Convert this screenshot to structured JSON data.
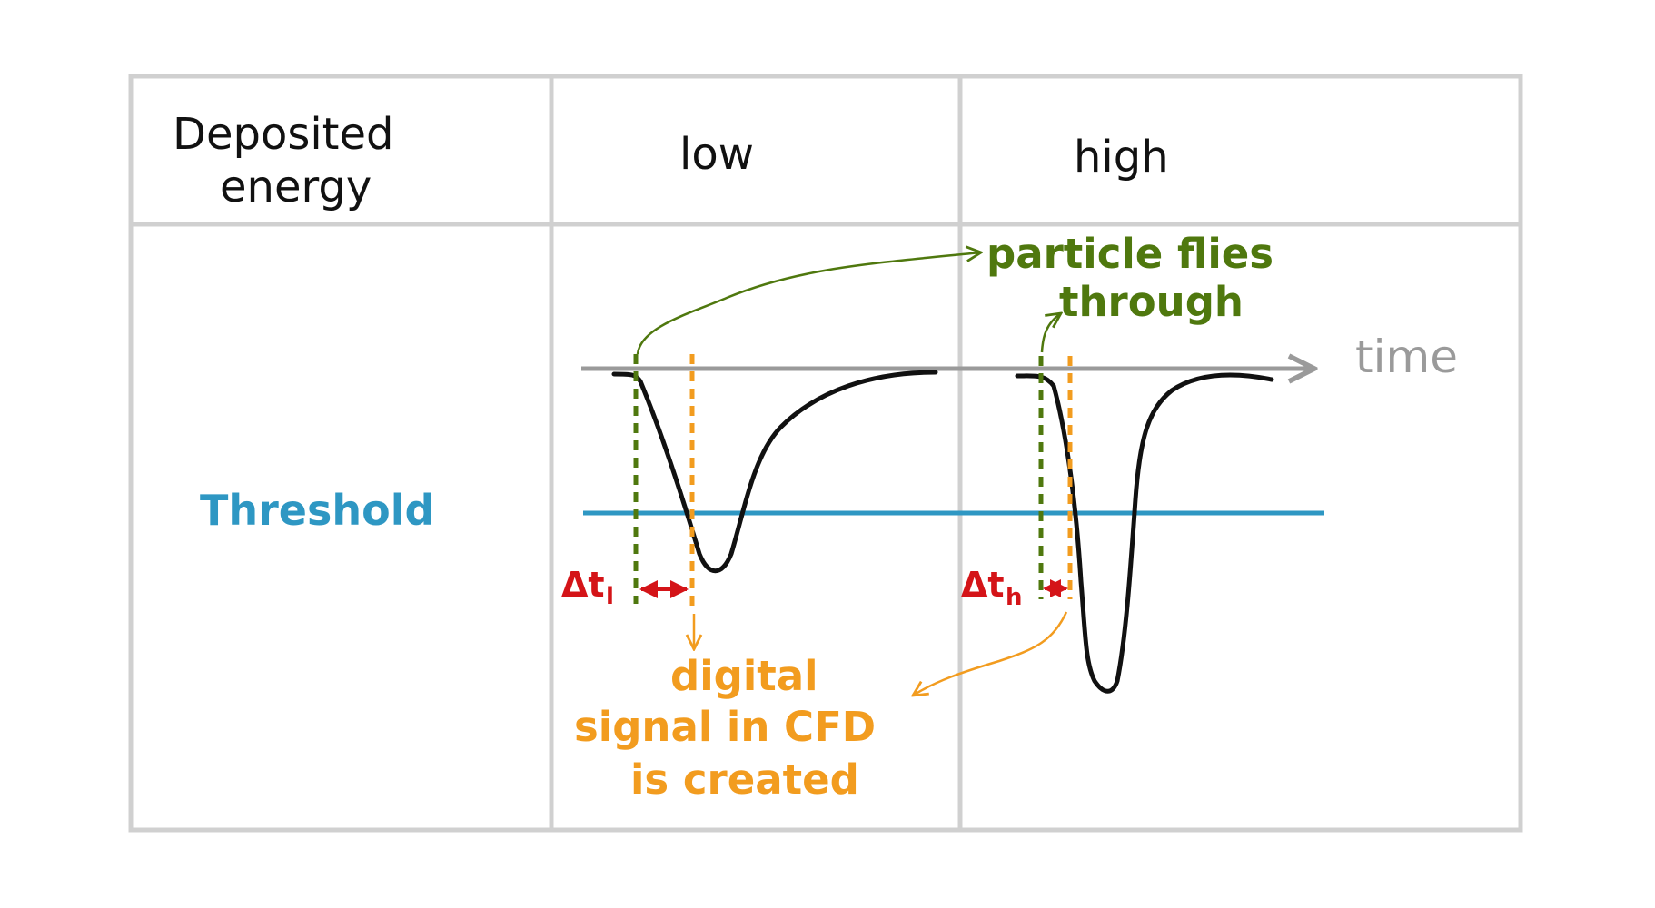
{
  "table": {
    "header_col1": [
      "Deposited",
      "energy"
    ],
    "header_low": "low",
    "header_high": "high"
  },
  "labels": {
    "threshold": "Threshold",
    "time": "time",
    "particle": [
      "particle flies",
      "through"
    ],
    "digital": [
      "digital",
      "signal in  CFD",
      "is created"
    ],
    "delta_symbol": "Δt",
    "delta_low_sub": "l",
    "delta_high_sub": "h"
  },
  "colors": {
    "grid": "#d0d0d0",
    "time_axis": "#9a9a9a",
    "threshold": "#2e97c3",
    "pulse": "#111111",
    "particle": "#4f780e",
    "cfd": "#f29c1f",
    "delta": "#d41418"
  }
}
